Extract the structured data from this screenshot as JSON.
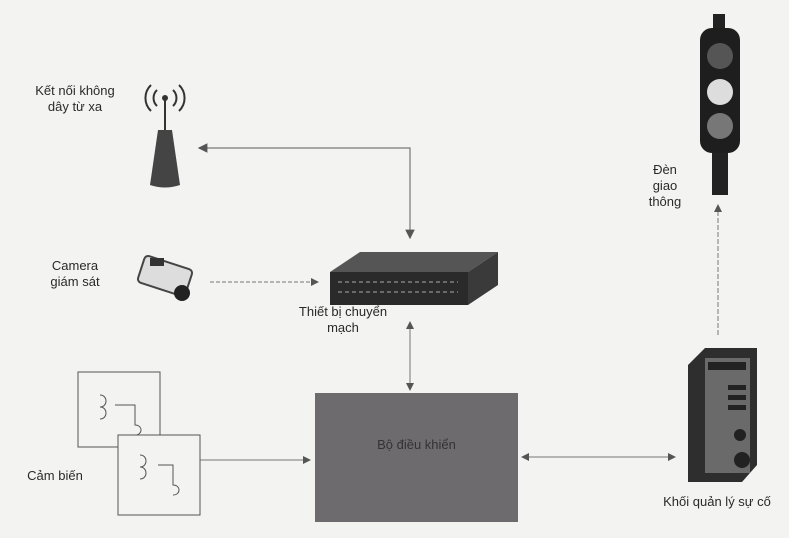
{
  "labels": {
    "wireless": "Kết nối không dây từ xa",
    "camera": "Camera giám sát",
    "sensor": "Cảm biến",
    "switch": "Thiết bị chuyển mạch",
    "controller": "Bộ điều khiển",
    "incident": "Khối quản lý sự cố",
    "traffic_light": "Đèn giao thông"
  }
}
